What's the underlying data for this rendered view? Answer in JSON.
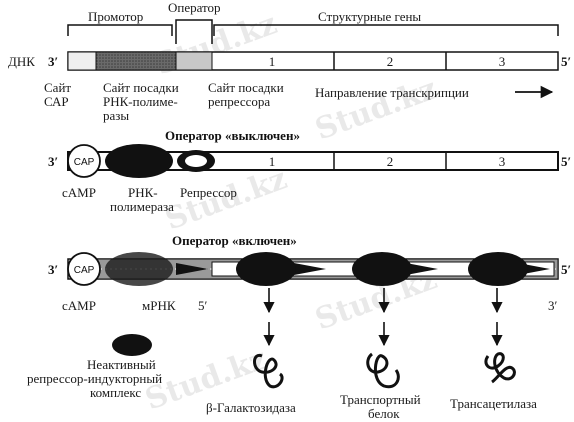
{
  "watermark": "Stud.kz",
  "top": {
    "promoter": "Промотор",
    "operator": "Оператор",
    "structural_genes": "Структурные гены",
    "dna": "ДНК",
    "end3": "3′",
    "end5": "5′",
    "gene1": "1",
    "gene2": "2",
    "gene3": "3",
    "cap_site_1": "Сайт",
    "cap_site_2": "САР",
    "rnap_site_1": "Сайт посадки",
    "rnap_site_2": "РНК-полиме-",
    "rnap_site_3": "разы",
    "rep_site_1": "Сайт посадки",
    "rep_site_2": "репрессора",
    "transcription": "Направление транскрипции"
  },
  "middle": {
    "title": "Оператор «выключен»",
    "end3": "3′",
    "end5": "5′",
    "cap": "CAP",
    "gene1": "1",
    "gene2": "2",
    "gene3": "3",
    "camp": "cAMP",
    "rnap_1": "РНК-",
    "rnap_2": "полимераза",
    "repressor": "Репрессор"
  },
  "bottom": {
    "title": "Оператор «включен»",
    "end3": "3′",
    "end5": "5′",
    "cap": "CAP",
    "camp": "cAMP",
    "mrna": "мРНК",
    "mrna_end": "5′",
    "mrna_end3": "3′",
    "inactive_1": "Неактивный",
    "inactive_2": "репрессор-индукторный",
    "inactive_3": "комплекс",
    "product1": "β-Галактозидаза",
    "product2_1": "Транспортный",
    "product2_2": "белок",
    "product3": "Трансацетилаза"
  }
}
